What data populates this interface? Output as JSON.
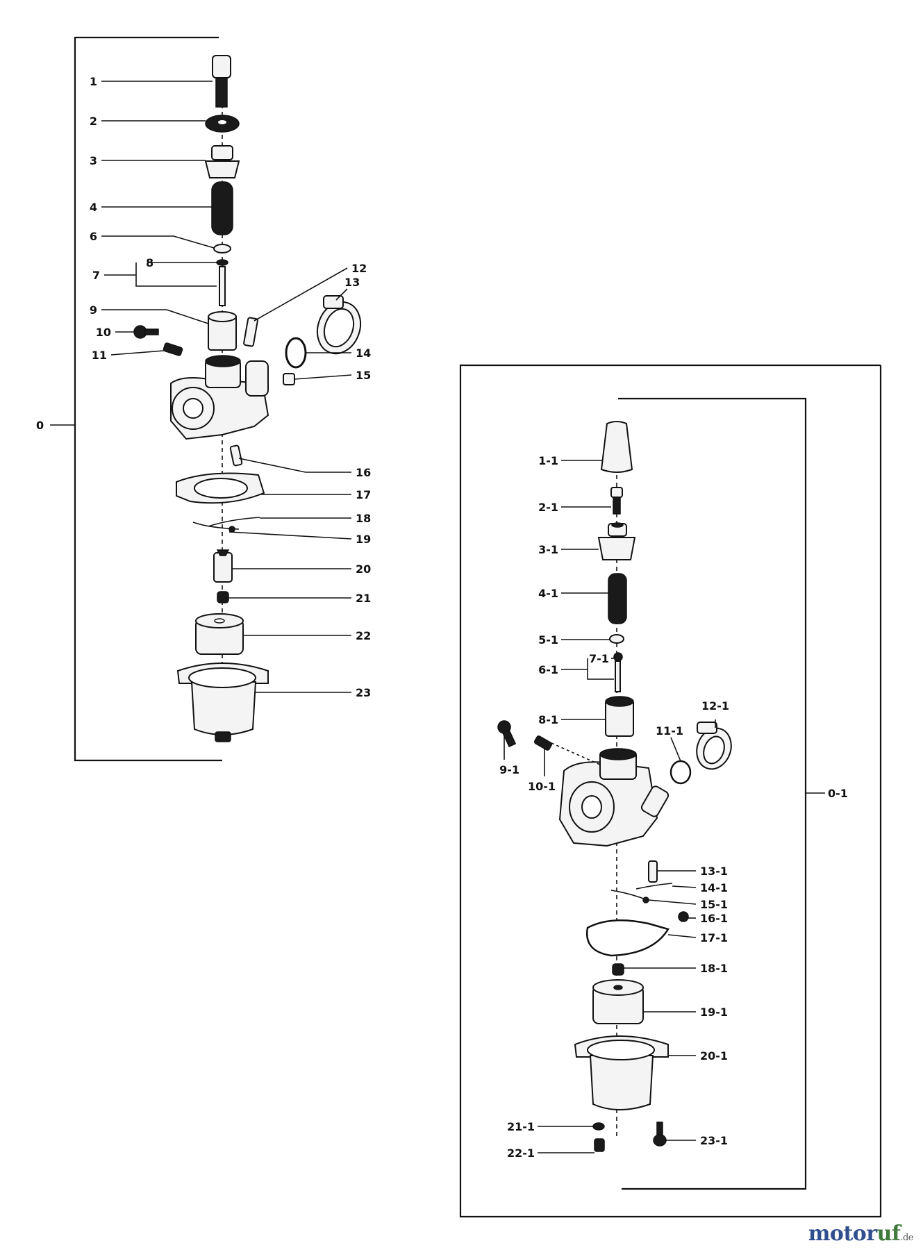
{
  "brand": {
    "name_part1": "motor",
    "name_part2": "uf",
    "tld": ".de"
  },
  "assembly_left": {
    "label": "0",
    "parts": [
      "1",
      "2",
      "3",
      "4",
      "6",
      "7",
      "8",
      "9",
      "10",
      "11",
      "12",
      "13",
      "14",
      "15",
      "16",
      "17",
      "18",
      "19",
      "20",
      "21",
      "22",
      "23"
    ]
  },
  "assembly_right": {
    "label": "0-1",
    "parts": [
      "1-1",
      "2-1",
      "3-1",
      "4-1",
      "5-1",
      "6-1",
      "7-1",
      "8-1",
      "9-1",
      "10-1",
      "11-1",
      "12-1",
      "13-1",
      "14-1",
      "15-1",
      "16-1",
      "17-1",
      "18-1",
      "19-1",
      "20-1",
      "21-1",
      "22-1",
      "23-1"
    ]
  }
}
